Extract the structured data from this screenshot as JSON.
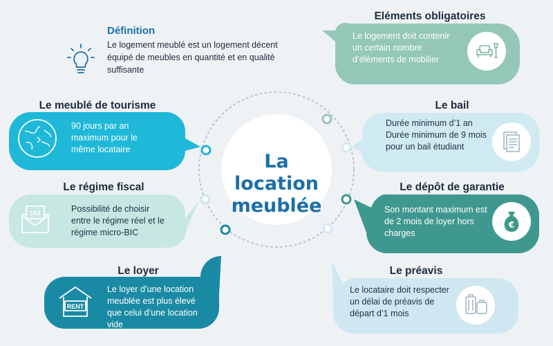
{
  "center": {
    "title": "La location meublée"
  },
  "definition": {
    "title": "Définition",
    "text": "Le logement meublé est un logement décent équipé de meubles en quantité et en qualité suffisante",
    "icon": "lightbulb-icon"
  },
  "cards": [
    {
      "id": "elements",
      "title": "Eléments obligatoires",
      "text": "Le logement doit contenir un certain nombre d’éléments de mobilier",
      "icon": "armchair-lamp-icon",
      "color": "#94c7b7"
    },
    {
      "id": "tourisme",
      "title": "Le meublé de tourisme",
      "text": "90 jours par an maximum pour le même locataire",
      "icon": "globe-icon",
      "color": "#1fb8d8"
    },
    {
      "id": "bail",
      "title": "Le bail",
      "text": "Durée minimum d’1 an Durée minimum de 9 mois pour un bail étudiant",
      "icon": "document-icon",
      "color": "#cfeaf1"
    },
    {
      "id": "fiscal",
      "title": "Le régime fiscal",
      "text": "Possibilité de choisir entre le régime réel et le régime micro-BIC",
      "icon": "tax-envelope-icon",
      "color": "#c7e7e3"
    },
    {
      "id": "garantie",
      "title": "Le dépôt de garantie",
      "text": "Son montant maximum est de 2 mois de loyer hors charges",
      "icon": "money-bag-icon",
      "color": "#3f988f"
    },
    {
      "id": "loyer",
      "title": "Le loyer",
      "text": "Le loyer d’une location meublée est plus élevé que celui d’une location vide",
      "icon": "rent-sign-icon",
      "color": "#1a8aa4"
    },
    {
      "id": "preavis",
      "title": "Le préavis",
      "text": "Le locataire doit respecter un délai de préavis de départ d’1 mois",
      "icon": "suitcase-icon",
      "color": "#cfe7f0"
    }
  ],
  "colors": {
    "title_blue": "#1b6fa8",
    "dot_cyan": "#1fb8d8",
    "dot_teal": "#3f988f",
    "dot_light": "#c7e7e3"
  }
}
